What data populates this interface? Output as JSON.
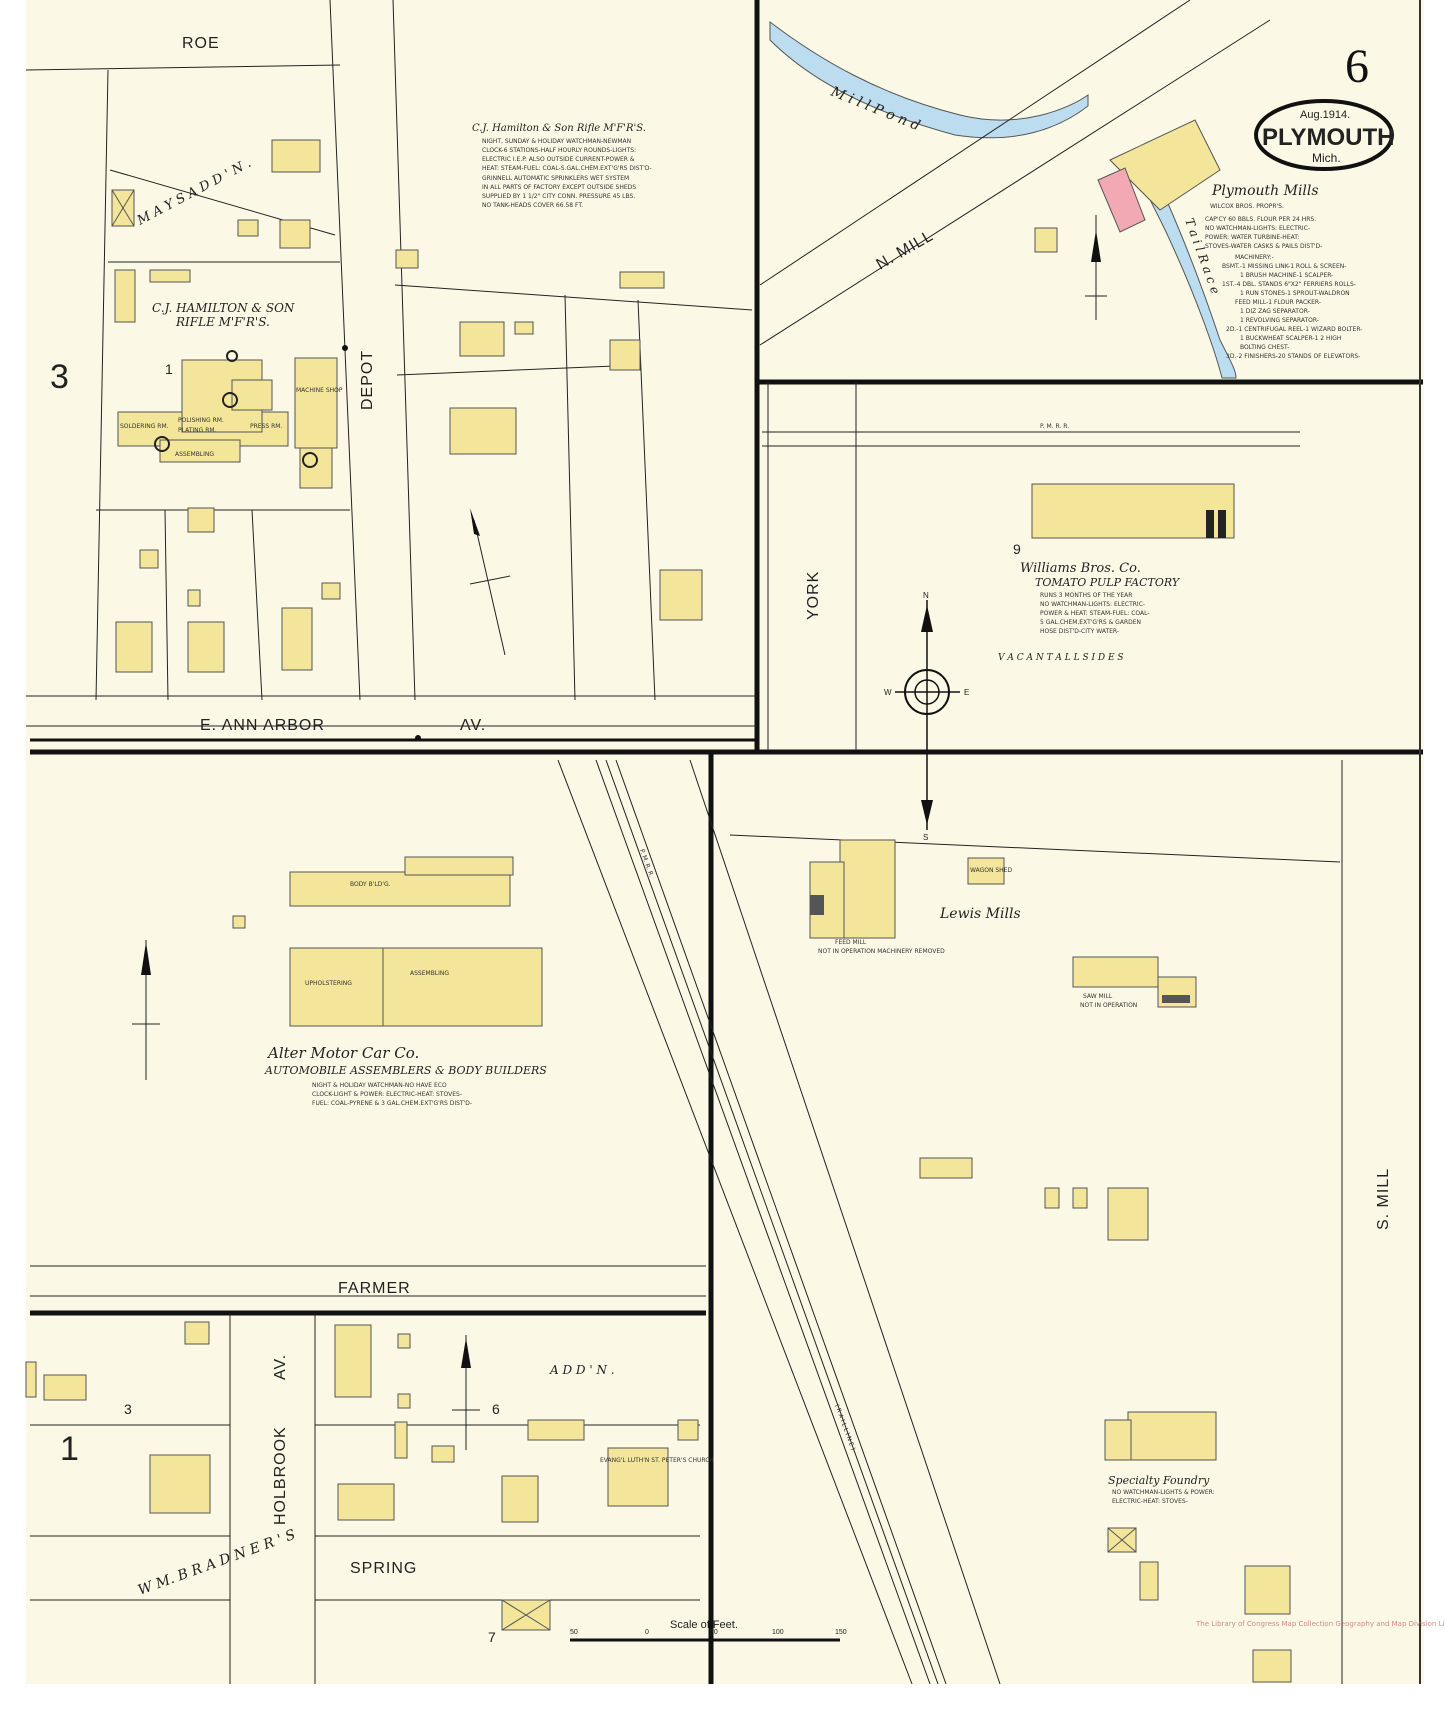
{
  "sheet": {
    "number": "6",
    "date": "Aug.1914.",
    "town": "PLYMOUTH",
    "state": "Mich.",
    "adjacent_left_3": "3",
    "adjacent_left_1": "1",
    "stamp": "The Library of Congress Map Collection Geography and Map Division Library of Congress"
  },
  "streets": {
    "roe": "ROE",
    "depot": "DEPOT",
    "e_ann_arbor": "E. ANN ARBOR",
    "av": "AV.",
    "n_mill": "N. MILL",
    "york": "YORK",
    "farmer": "FARMER",
    "holbrook": "HOLBROOK",
    "av2": "AV.",
    "spring": "SPRING",
    "s_mill": "S. MILL",
    "wm_bradner": "W M.   B R A D N E R ' S",
    "mays_addn": "M A Y S   A D D ' N .",
    "mill_pond": "M i l l   P o n d",
    "tail_race": "T a i l   R a c e",
    "pmrr1": "P.   M.   R.   R.",
    "pmrr2": "P.   M.   R.   R.",
    "pmrr_rails": "( R A I L   L I N E )",
    "vacant": "V A C A N T   A L L   S I D E S",
    "addn": "A D D ' N ."
  },
  "labels": {
    "hamilton_title": "C.J. Hamilton & Son Rifle M'F'R'S.",
    "hamilton_notes": [
      "NIGHT, SUNDAY & HOLIDAY WATCHMAN-NEWMAN",
      "CLOCK-6 STATIONS-HALF HOURLY ROUNDS-LIGHTS:",
      "ELECTRIC I.E.P. ALSO OUTSIDE CURRENT-POWER &",
      "HEAT: STEAM-FUEL: COAL-S.GAL.CHEM.EXT'G'RS DIST'D-",
      "GRINNELL AUTOMATIC SPRINKLERS WET SYSTEM",
      "IN ALL PARTS OF FACTORY EXCEPT OUTSIDE SHEDS",
      "SUPPLIED BY 1 1/2\" CITY CONN. PRESSURE 45 LBS.",
      "NO TANK-HEADS COVER 66.58 FT."
    ],
    "hamilton_map": "C.J. HAMILTON & SON",
    "hamilton_map2": "RIFLE M'F'R'S.",
    "machine_shop": "MACHINE SHOP",
    "plating": "PLATING RM.",
    "polishing": "POLISHING RM.",
    "soldering": "SOLDERING RM.",
    "assembling": "ASSEMBLING",
    "press": "PRESS RM.",
    "plymouth_mills": "Plymouth Mills",
    "wilcox": "WILCOX BROS. PROPR'S.",
    "mills_notes": [
      "CAP'CY 60 BBLS. FLOUR PER 24 HRS.",
      "NO WATCHMAN-LIGHTS: ELECTRIC-",
      "POWER: WATER TURBINE-HEAT:",
      "STOVES-WATER CASKS & PAILS DIST'D-",
      "MACHINERY:-",
      "BSMT.-1 MISSING LINK-1 ROLL & SCREEN-",
      "1 BRUSH MACHINE-1 SCALPER-",
      "1ST.-4 DBL. STANDS 6\"X2\" FERRIERS ROLLS-",
      "1 RUN STONES-1 SPROUT-WALDRON",
      "FEED MILL-1 FLOUR PACKER-",
      "1 DIZ ZAG SEPARATOR-",
      "1 REVOLVING SEPARATOR-",
      "2D.-1 CENTRIFUGAL REEL-1 WIZARD BOLTER-",
      "1 BUCKWHEAT SCALPER-1 2 HIGH",
      "BOLTING CHEST-",
      "3D.-2 FINISHERS-20 STANDS OF ELEVATORS-"
    ],
    "williams_num": "9",
    "williams": "Williams Bros. Co.",
    "tomato": "TOMATO PULP FACTORY",
    "williams_notes": [
      "RUNS 3 MONTHS OF THE YEAR",
      "NO WATCHMAN-LIGHTS: ELECTRIC-",
      "POWER & HEAT: STEAM-FUEL: COAL-",
      "5 GAL.CHEM.EXT'G'RS & GARDEN",
      "HOSE DIST'D-CITY WATER-"
    ],
    "alter": "Alter Motor Car Co.",
    "alter_sub": "AUTOMOBILE ASSEMBLERS & BODY BUILDERS",
    "alter_notes": [
      "NIGHT & HOLIDAY WATCHMAN-NO HAVE ECO",
      "CLOCK-LIGHT & POWER: ELECTRIC-HEAT: STOVES-",
      "FUEL: COAL-PYRENE & 3 GAL.CHEM.EXT'G'RS DIST'D-"
    ],
    "body_bldg": "BODY B'LD'G.",
    "assembling2": "ASSEMBLING",
    "upholstering": "UPHOLSTERING",
    "lewis": "Lewis Mills",
    "feed_mill": "FEED MILL",
    "feed_note": "NOT IN OPERATION MACHINERY REMOVED",
    "saw_mill": "SAW MILL",
    "saw_note": "NOT IN OPERATION",
    "wagon_shed": "WAGON SHED",
    "specialty": "Specialty Foundry",
    "specialty_notes": [
      "NO WATCHMAN-LIGHTS & POWER:",
      "ELECTRIC-HEAT: STOVES-"
    ],
    "church": "EVANG'L LUTH'N ST. PETER'S CHURCH",
    "scale": "Scale of Feet.",
    "scale_ticks": [
      "50",
      "0",
      "50",
      "100",
      "150"
    ],
    "block1": "1",
    "block3": "3",
    "block6": "6",
    "block7": "7",
    "compass_n": "N",
    "compass_s": "S",
    "compass_e": "E",
    "compass_w": "W"
  },
  "colors": {
    "paper": "#fbf9e6",
    "building": "#f3e69a",
    "brick": "#f2a9b4",
    "water": "#bcdcef",
    "ink": "#222222"
  }
}
